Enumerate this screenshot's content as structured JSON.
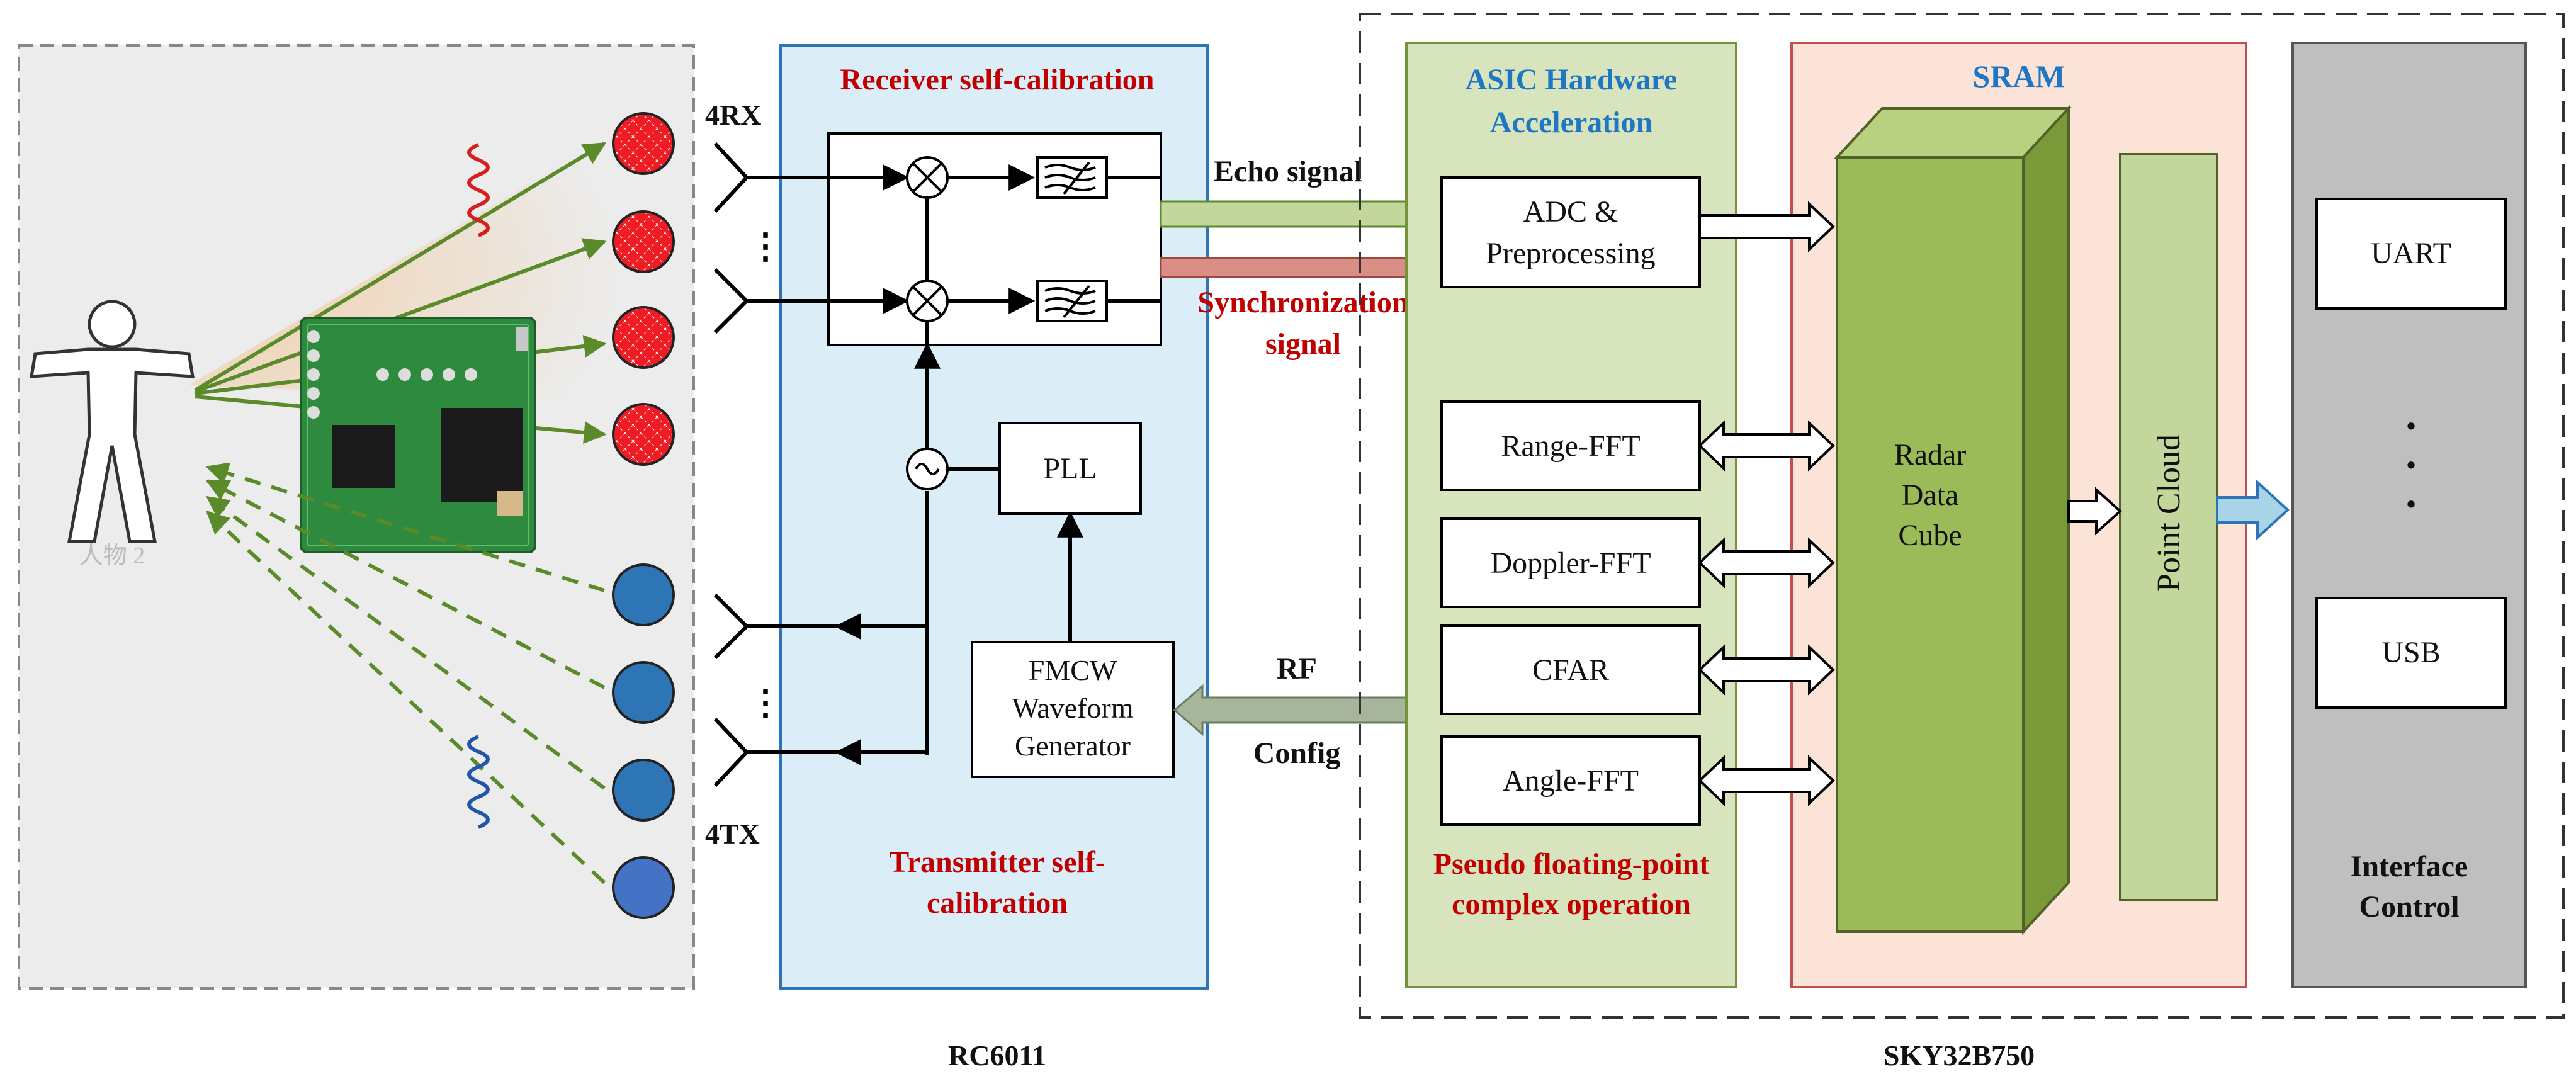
{
  "colors": {
    "red_title": "#c00000",
    "blue_title": "#1f77c4",
    "rc_panel": "#dbedf6",
    "asic_panel": "#d8e4bd",
    "sram_panel": "#fbe3d8",
    "cube_green": "#9bbb59",
    "pointcloud_green": "#c3d69b",
    "interface_gray": "#bfbfbf",
    "left_panel": "#ececec"
  },
  "left": {
    "person_label": "人物 2",
    "rx_targets": 4,
    "tx_targets": 4
  },
  "rc6011": {
    "receiver_title": "Receiver self-calibration",
    "rx_label": "4RX",
    "tx_label": "4TX",
    "pll": "PLL",
    "fmcw_line1": "FMCW",
    "fmcw_line2": "Waveform",
    "fmcw_line3": "Generator",
    "transmitter_line1": "Transmitter self-",
    "transmitter_line2": "calibration",
    "caption": "RC6011",
    "vdots": "⋮"
  },
  "signals": {
    "echo": "Echo signal",
    "sync_line1": "Synchronization",
    "sync_line2": "signal",
    "rf": "RF",
    "config": "Config"
  },
  "asic": {
    "title_line1": "ASIC Hardware",
    "title_line2": "Acceleration",
    "adc_line1": "ADC &",
    "adc_line2": "Preprocessing",
    "range_fft": "Range-FFT",
    "doppler_fft": "Doppler-FFT",
    "cfar": "CFAR",
    "angle_fft": "Angle-FFT",
    "footer_line1": "Pseudo floating-point",
    "footer_line2": "complex operation"
  },
  "sram": {
    "title": "SRAM",
    "cube_line1": "Radar",
    "cube_line2": "Data",
    "cube_line3": "Cube",
    "point_cloud": "Point Cloud"
  },
  "interface": {
    "uart": "UART",
    "usb": "USB",
    "dots": "·",
    "footer_line1": "Interface",
    "footer_line2": "Control"
  },
  "sky_caption": "SKY32B750"
}
